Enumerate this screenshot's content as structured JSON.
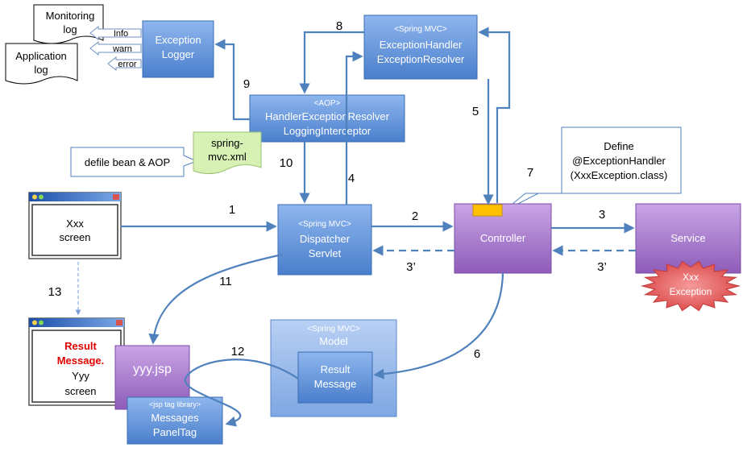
{
  "logs": {
    "monitoring": [
      "Monitoring",
      "log"
    ],
    "application": [
      "Application",
      "log"
    ]
  },
  "levels": [
    "Info",
    "warn",
    "error"
  ],
  "boxes": {
    "exception_logger": [
      "Exception",
      "Logger"
    ],
    "resolver": {
      "tag": "<Spring MVC>",
      "lines": [
        "ExceptionHandler",
        "ExceptionResolver"
      ]
    },
    "interceptor": {
      "tag": "<AOP>",
      "lines": [
        "HandlerExceptionResolver",
        "LoggingInterceptor"
      ]
    },
    "dispatcher": {
      "tag": "<Spring MVC>",
      "lines": [
        "Dispatcher",
        "Servlet"
      ]
    },
    "controller": "Controller",
    "service": "Service",
    "model": {
      "tag": "<Spring MVC>",
      "title": "Model"
    },
    "result_message": [
      "Result",
      "Message"
    ],
    "jsp": "yyy.jsp",
    "tag_lib": {
      "tag": "<jsp tag library>",
      "lines": [
        "Messages",
        "PanelTag"
      ]
    }
  },
  "notes": {
    "bean": "defile bean & AOP",
    "spring_xml": [
      "spring-",
      "mvc.xml"
    ],
    "define": [
      "Define",
      "@ExceptionHandler",
      "(XxxException.class)"
    ]
  },
  "exception": [
    "Xxx",
    "Exception"
  ],
  "screens": {
    "xxx": [
      "Xxx",
      "screen"
    ],
    "yyy_red": [
      "Result",
      "Message."
    ],
    "yyy": [
      "Yyy",
      "screen"
    ]
  },
  "steps": {
    "s1": "1",
    "s2": "2",
    "s3": "3",
    "s3a": "3’",
    "s3b": "3’",
    "s4": "4",
    "s5": "5",
    "s6": "6",
    "s7": "7",
    "s8": "8",
    "s9": "9",
    "s10": "10",
    "s11": "11",
    "s12": "12",
    "s13": "13"
  },
  "colors": {
    "blue_box": "#5b8fd6",
    "purple_box": "#a074c4",
    "arrow": "#4f81bd",
    "note_green": "#d7f1b5",
    "burst": "#e05a5a",
    "red_text": "#e00000",
    "gold": "#ffc000"
  }
}
